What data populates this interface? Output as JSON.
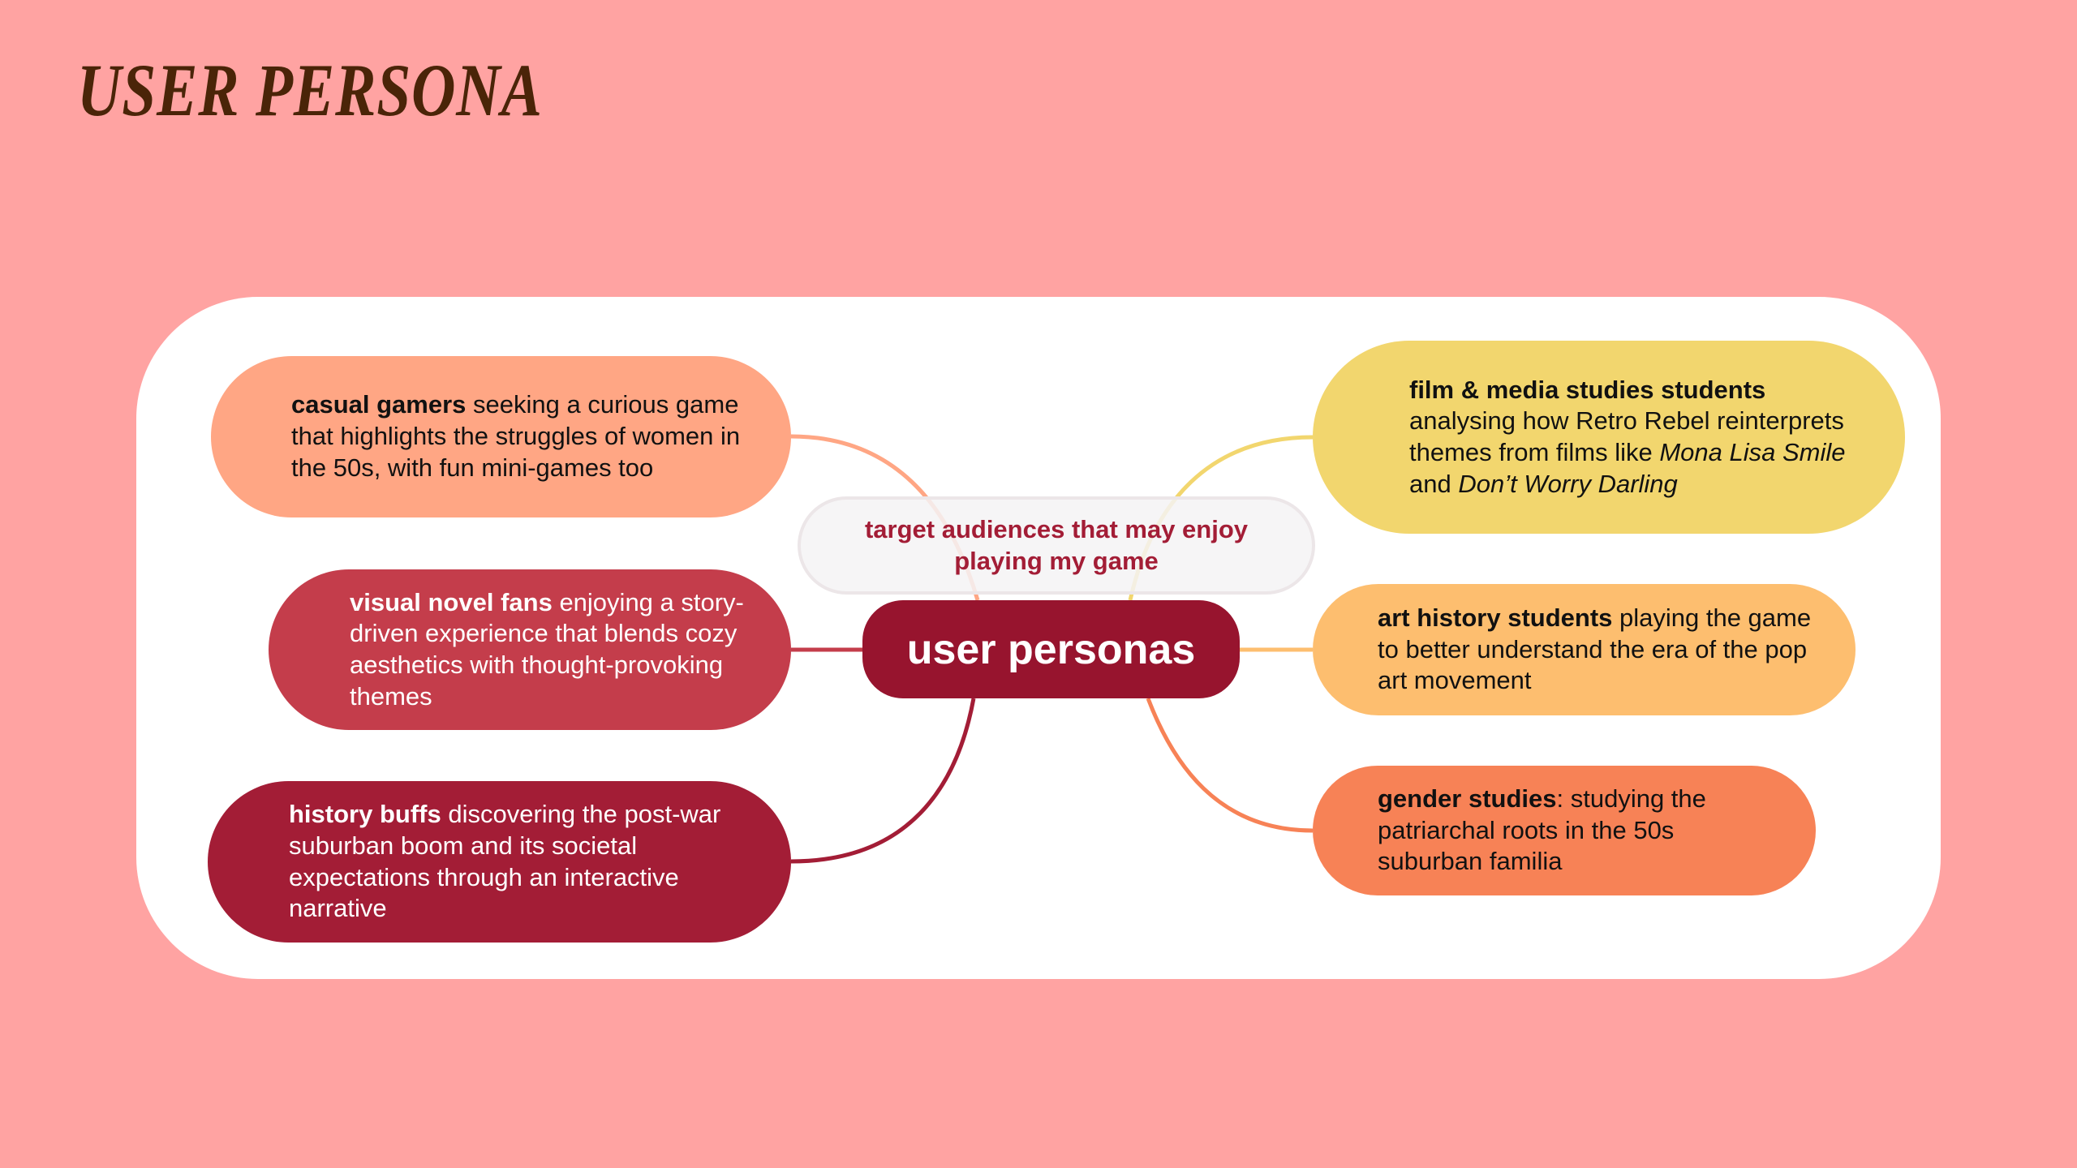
{
  "title": "USER PERSONA",
  "center": {
    "label": "user personas",
    "color": "#97142E"
  },
  "subtitle": "target audiences that may enjoy playing my game",
  "personas": {
    "casual": {
      "lead": "casual gamers",
      "rest": " seeking a curious game that highlights the struggles of women in the 50s, with fun mini-games too",
      "color": "#FFA684"
    },
    "visual": {
      "lead": "visual novel fans",
      "rest": " enjoying a story-driven experience that blends cozy aesthetics with thought-provoking themes",
      "color": "#C43D4B"
    },
    "history": {
      "lead": "history buffs",
      "rest": " discovering the post-war suburban boom and its societal expectations through an interactive narrative",
      "color": "#A31D36"
    },
    "film": {
      "lead": "film & media studies students",
      "rest1": " analysing how Retro Rebel reinterprets themes from films like ",
      "film1": "Mona Lisa Smile",
      "and": " and ",
      "film2": "Don’t Worry Darling",
      "color": "#F2D66E"
    },
    "art": {
      "lead": "art history students",
      "rest": " playing the game to better understand the era of the pop art movement",
      "color": "#FDBE6F"
    },
    "gender": {
      "lead": "gender studies",
      "rest": ": studying the patriarchal roots in the 50s suburban familia",
      "color": "#F78256"
    }
  }
}
